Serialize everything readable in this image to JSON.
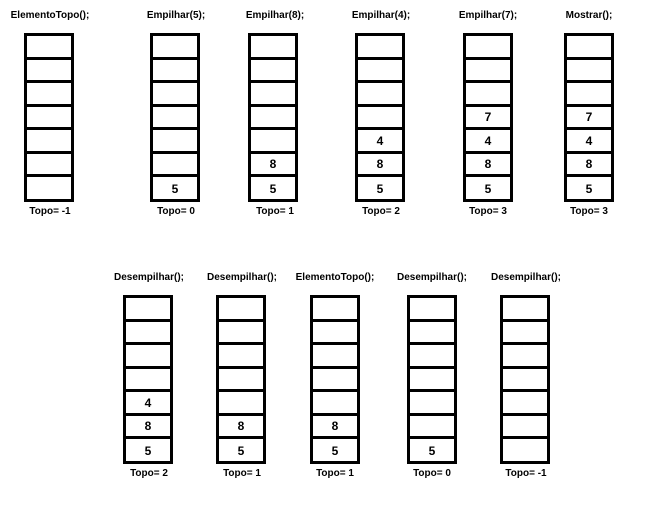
{
  "stacks": [
    {
      "operation": "ElementoTopo();",
      "topo": "Topo= -1",
      "cells": [
        "",
        "",
        "",
        "",
        "",
        "",
        ""
      ]
    },
    {
      "operation": "Empilhar(5);",
      "topo": "Topo= 0",
      "cells": [
        "",
        "",
        "",
        "",
        "",
        "",
        "5"
      ]
    },
    {
      "operation": "Empilhar(8);",
      "topo": "Topo= 1",
      "cells": [
        "",
        "",
        "",
        "",
        "",
        "8",
        "5"
      ]
    },
    {
      "operation": "Empilhar(4);",
      "topo": "Topo= 2",
      "cells": [
        "",
        "",
        "",
        "",
        "4",
        "8",
        "5"
      ]
    },
    {
      "operation": "Empilhar(7);",
      "topo": "Topo= 3",
      "cells": [
        "",
        "",
        "",
        "7",
        "4",
        "8",
        "5"
      ]
    },
    {
      "operation": "Mostrar();",
      "topo": "Topo= 3",
      "cells": [
        "",
        "",
        "",
        "7",
        "4",
        "8",
        "5"
      ]
    },
    {
      "operation": "Desempilhar();",
      "topo": "Topo= 2",
      "cells": [
        "",
        "",
        "",
        "",
        "4",
        "8",
        "5"
      ]
    },
    {
      "operation": "Desempilhar();",
      "topo": "Topo= 1",
      "cells": [
        "",
        "",
        "",
        "",
        "",
        "8",
        "5"
      ]
    },
    {
      "operation": "ElementoTopo();",
      "topo": "Topo= 1",
      "cells": [
        "",
        "",
        "",
        "",
        "",
        "8",
        "5"
      ]
    },
    {
      "operation": "Desempilhar();",
      "topo": "Topo= 0",
      "cells": [
        "",
        "",
        "",
        "",
        "",
        "",
        "5"
      ]
    },
    {
      "operation": "Desempilhar();",
      "topo": "Topo= -1",
      "cells": [
        "",
        "",
        "",
        "",
        "",
        "",
        ""
      ]
    }
  ]
}
